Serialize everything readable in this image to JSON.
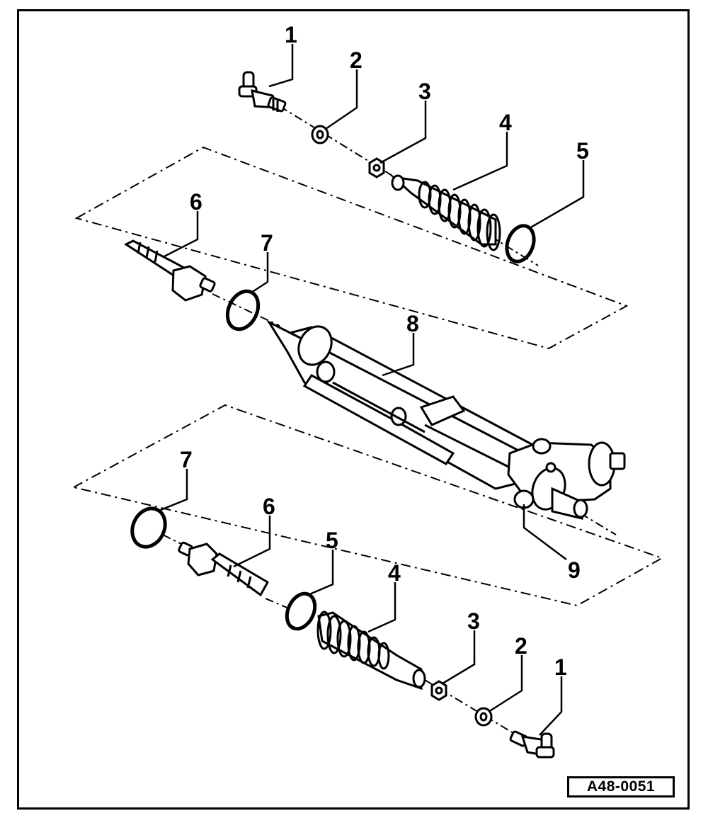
{
  "diagram": {
    "reference_code": "A48-0051",
    "callouts": {
      "c1_top": "1",
      "c2_top": "2",
      "c3_top": "3",
      "c4_top": "4",
      "c5_top": "5",
      "c6_top": "6",
      "c7_top": "7",
      "c8": "8",
      "c9": "9",
      "c7_bottom": "7",
      "c6_bottom": "6",
      "c5_bottom": "5",
      "c4_bottom": "4",
      "c3_bottom": "3",
      "c2_bottom": "2",
      "c1_bottom": "1"
    },
    "colors": {
      "ink": "#000000",
      "paper": "#ffffff"
    }
  }
}
